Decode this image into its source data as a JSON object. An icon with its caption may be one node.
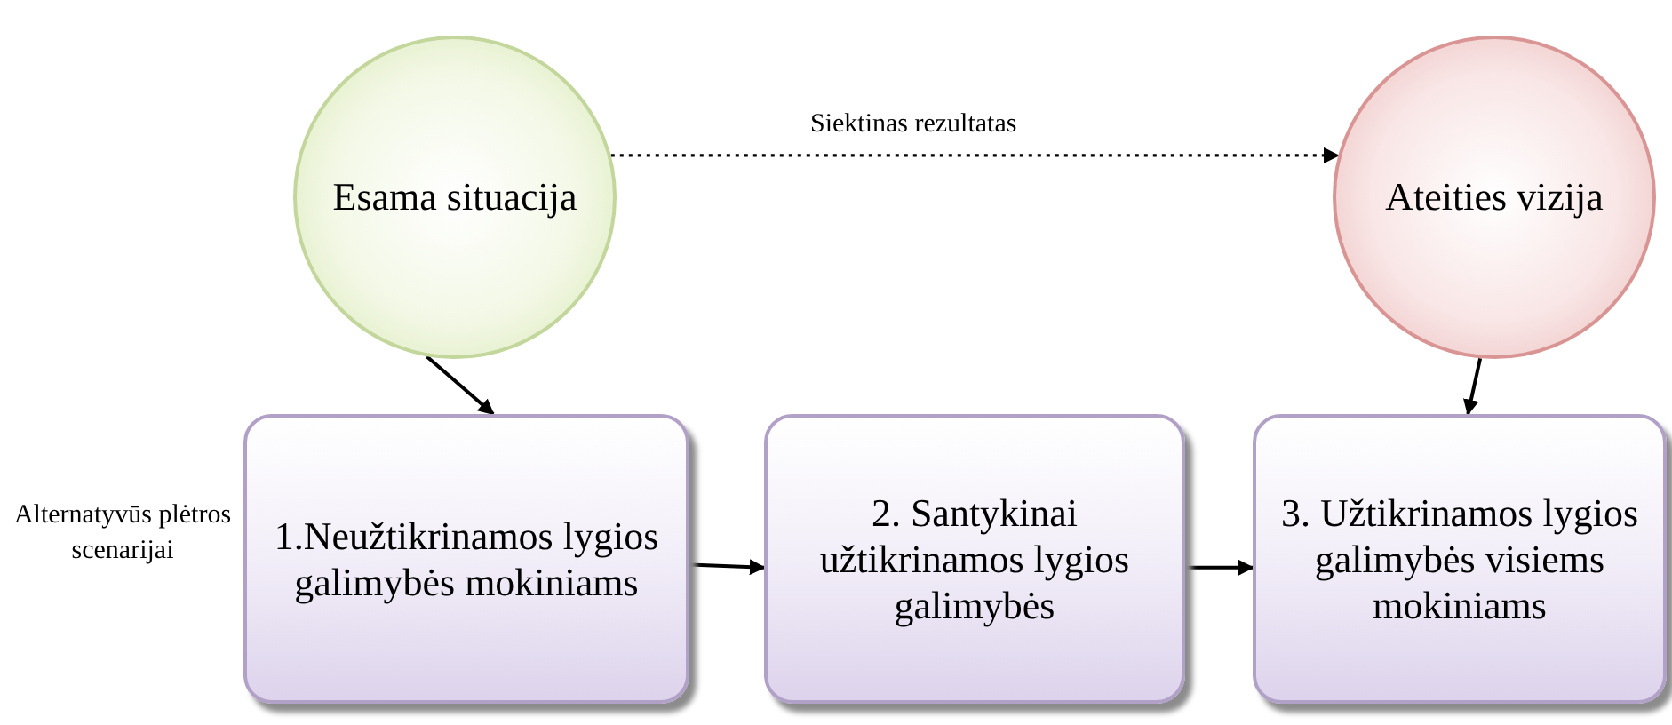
{
  "diagram": {
    "nodes": [
      {
        "text": [
          "Esama situacija"
        ]
      },
      {
        "text": [
          "Ateities vizija"
        ]
      },
      {
        "text": [
          "1.Neužtikrinamos lygios galimybės mokiniams"
        ]
      },
      {
        "text": [
          "2. Santykinai užtikrinamos lygios galimybės"
        ]
      },
      {
        "text": [
          "3. Užtikrinamos lygios galimybės visiems mokiniams"
        ]
      }
    ],
    "edges": [
      {
        "from": 0,
        "to": 1,
        "arrow": "to",
        "label": "Siektinas rezultatas",
        "style": "dashed"
      },
      {
        "from": 0,
        "to": 2,
        "arrow": "to"
      },
      {
        "from": 1,
        "to": 4,
        "arrow": "to"
      },
      {
        "from": 2,
        "to": 3,
        "arrow": "to"
      },
      {
        "from": 3,
        "to": 4,
        "arrow": "to"
      }
    ],
    "labels": [
      "Alternatyvūs plėtros scenarijai"
    ]
  }
}
